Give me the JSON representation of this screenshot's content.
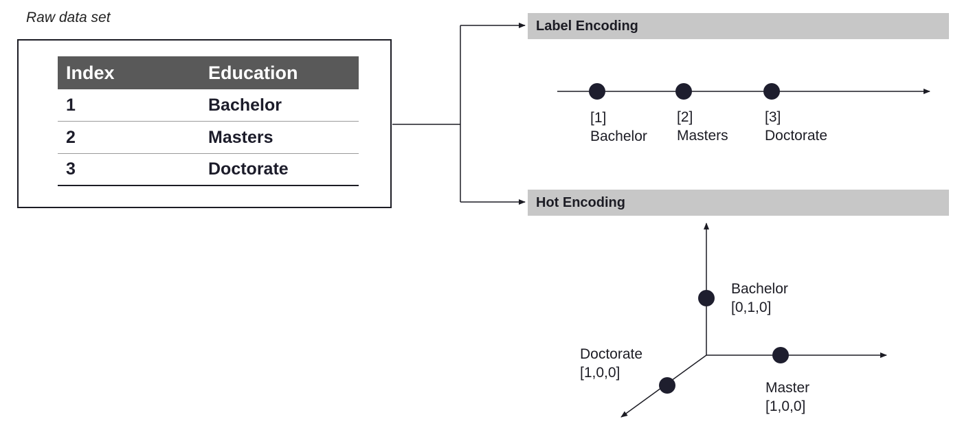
{
  "raw": {
    "title": "Raw data set",
    "headers": [
      "Index",
      "Education"
    ],
    "rows": [
      [
        "1",
        "Bachelor"
      ],
      [
        "2",
        "Masters"
      ],
      [
        "3",
        "Doctorate"
      ]
    ]
  },
  "label_encoding": {
    "title": "Label Encoding",
    "points": [
      {
        "code": "[1]",
        "name": "Bachelor"
      },
      {
        "code": "[2]",
        "name": "Masters"
      },
      {
        "code": "[3]",
        "name": "Doctorate"
      }
    ]
  },
  "hot_encoding": {
    "title": "Hot Encoding",
    "points": [
      {
        "name": "Bachelor",
        "vector": "[0,1,0]"
      },
      {
        "name": "Master",
        "vector": "[1,0,0]"
      },
      {
        "name": "Doctorate",
        "vector": "[1,0,0]"
      }
    ]
  },
  "colors": {
    "dot": "#1e1e2e",
    "band": "#c7c7c7",
    "table_header": "#595959"
  }
}
